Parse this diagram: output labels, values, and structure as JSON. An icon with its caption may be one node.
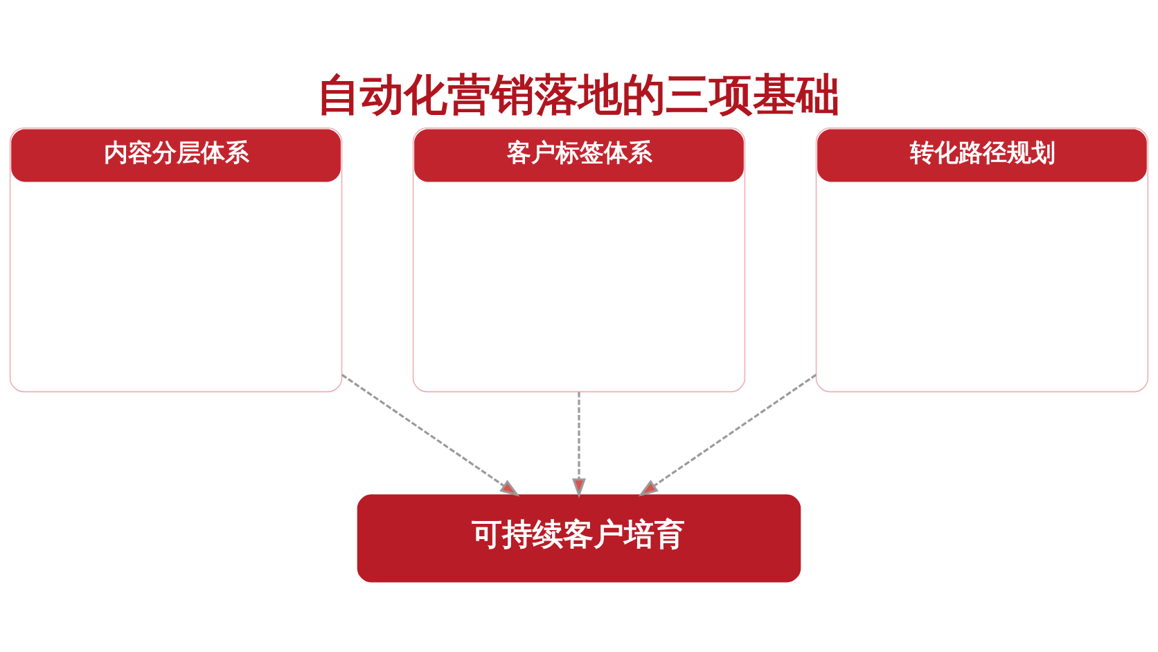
{
  "diagram": {
    "title": "自动化营销落地的三项基础",
    "nodes": [
      {
        "text": [
          "内容分层体系"
        ]
      },
      {
        "text": [
          "客户标签体系"
        ]
      },
      {
        "text": [
          "转化路径规划"
        ]
      },
      {
        "text": [
          "可持续客户培育"
        ]
      }
    ],
    "edges": [
      {
        "from": 0,
        "to": 3,
        "arrow": "to",
        "style": "dashed"
      },
      {
        "from": 1,
        "to": 3,
        "arrow": "to",
        "style": "dashed"
      },
      {
        "from": 2,
        "to": 3,
        "arrow": "to",
        "style": "dashed"
      }
    ]
  }
}
